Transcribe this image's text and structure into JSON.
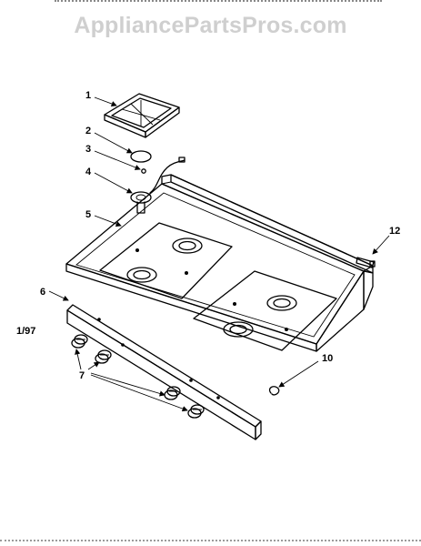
{
  "watermark": "AppliancePartsPros.com",
  "date_code": "1/97",
  "callouts": {
    "c1": "1",
    "c2": "2",
    "c3": "3",
    "c4": "4",
    "c5": "5",
    "c6": "6",
    "c7": "7",
    "c10": "10",
    "c12": "12"
  }
}
